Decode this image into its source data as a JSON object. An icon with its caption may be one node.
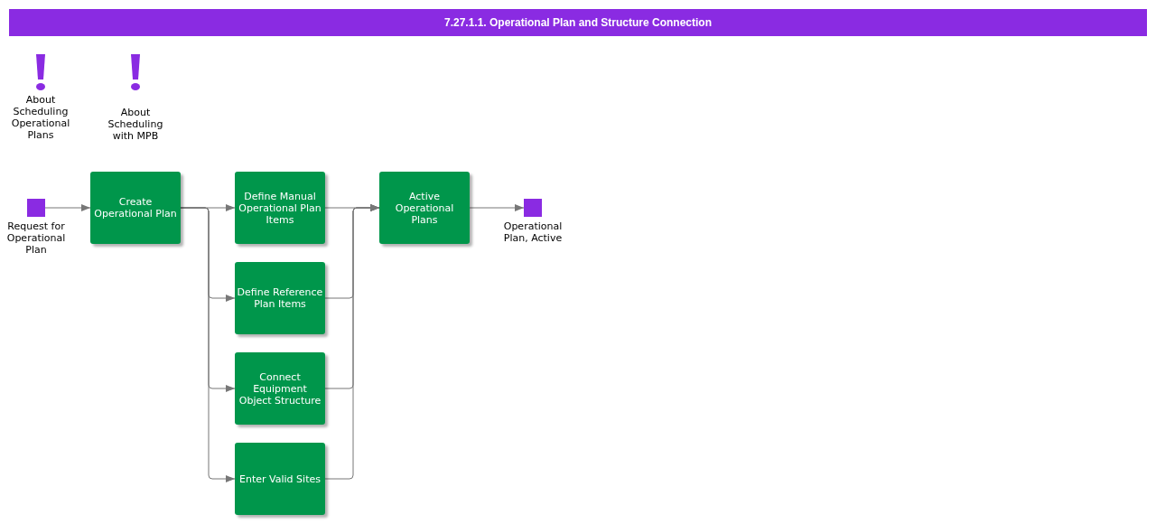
{
  "diagram": {
    "title": "7.27.1.1. Operational Plan and Structure Connection",
    "nodes": [
      {
        "text": [],
        "shape": "box",
        "beside": [
          "Request for Operational Plan"
        ]
      },
      {
        "text": [
          "Create Operational Plan"
        ]
      },
      {
        "text": [
          "Define Manual Operational Plan Items"
        ]
      },
      {
        "text": [
          "Define Reference Plan Items"
        ]
      },
      {
        "text": [
          "Connect Equipment Object Structure"
        ]
      },
      {
        "text": [
          "Enter Valid Sites"
        ]
      },
      {
        "text": [
          "Active Operational Plans"
        ]
      },
      {
        "text": [],
        "shape": "box",
        "beside": [
          "Operational Plan, Active"
        ]
      }
    ],
    "edges": [
      {
        "from": 0,
        "to": 1,
        "arrow": "to"
      },
      {
        "from": 1,
        "to": 2,
        "arrow": "to"
      },
      {
        "from": 1,
        "to": 3,
        "arrow": "to"
      },
      {
        "from": 1,
        "to": 4,
        "arrow": "to"
      },
      {
        "from": 1,
        "to": 5,
        "arrow": "to"
      },
      {
        "from": 2,
        "to": 6,
        "arrow": "to"
      },
      {
        "from": 3,
        "to": 6,
        "arrow": "to"
      },
      {
        "from": 4,
        "to": 6,
        "arrow": "to"
      },
      {
        "from": 5,
        "to": 6,
        "arrow": "to"
      },
      {
        "from": 6,
        "to": 7,
        "arrow": "to"
      }
    ],
    "labels": [
      "About Scheduling Operational Plans",
      "About Scheduling with MPB"
    ]
  }
}
